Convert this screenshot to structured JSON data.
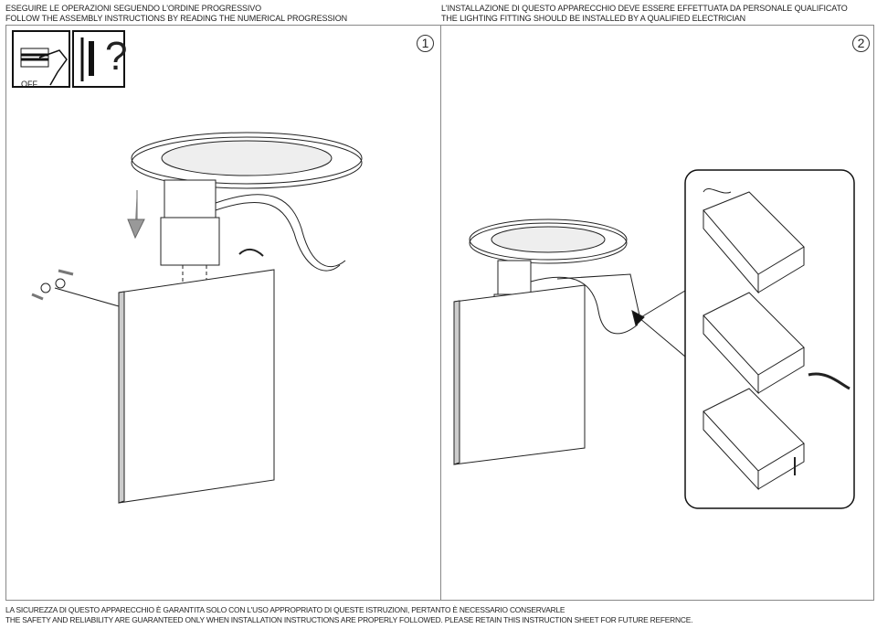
{
  "header": {
    "left_it": "ESEGUIRE LE OPERAZIONI SEGUENDO L'ORDINE PROGRESSIVO",
    "left_en": "FOLLOW THE ASSEMBLY INSTRUCTIONS BY READING THE NUMERICAL PROGRESSION",
    "right_it": "L'INSTALLAZIONE DI QUESTO APPARECCHIO DEVE ESSERE EFFETTUATA DA PERSONALE QUALIFICATO",
    "right_en": "THE LIGHTING FITTING SHOULD BE INSTALLED BY A QUALIFIED ELECTRICIAN"
  },
  "steps": [
    {
      "number": "1"
    },
    {
      "number": "2"
    }
  ],
  "icons": {
    "power_off_label": "OFF",
    "tools_question": "?"
  },
  "footer": {
    "it": "LA SICUREZZA DI QUESTO APPARECCHIO È GARANTITA SOLO CON L'USO APPROPRIATO DI QUESTE ISTRUZIONI, PERTANTO È NECESSARIO CONSERVARLE",
    "en": "THE SAFETY AND RELIABILITY ARE GUARANTEED ONLY WHEN INSTALLATION INSTRUCTIONS ARE PROPERLY FOLLOWED. PLEASE RETAIN THIS INSTRUCTION SHEET FOR FUTURE REFERNCE."
  }
}
